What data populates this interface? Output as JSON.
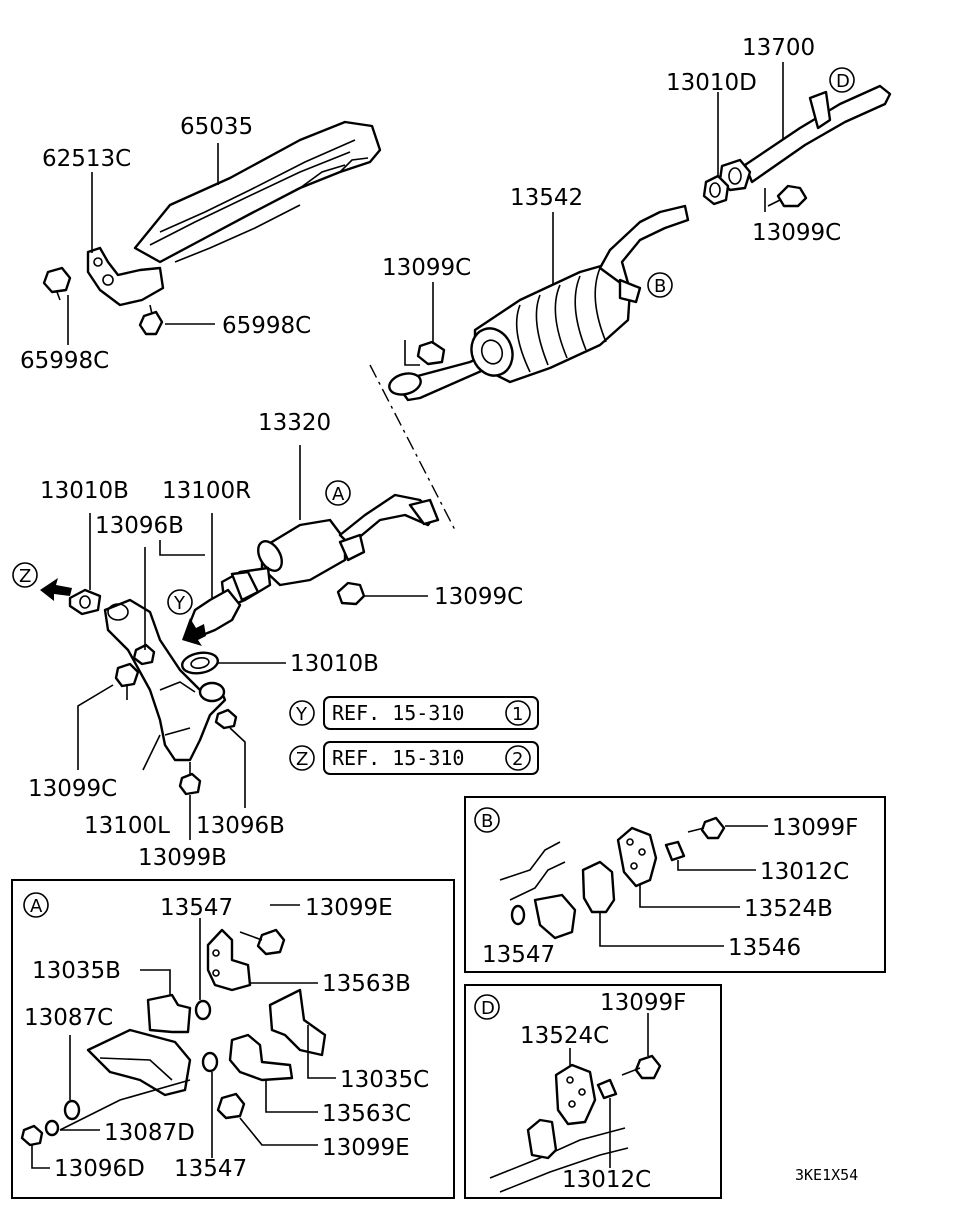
{
  "diagram_code": "3KE1X54",
  "parts": {
    "p13700": "13700",
    "p13010D": "13010D",
    "p65035": "65035",
    "p62513C": "62513C",
    "p13542": "13542",
    "p13099C_top": "13099C",
    "p13099C_right": "13099C",
    "p65998C_right": "65998C",
    "p65998C_left": "65998C",
    "p13320": "13320",
    "p13010B_top": "13010B",
    "p13100R": "13100R",
    "p13096B_top": "13096B",
    "p13099C_mid": "13099C",
    "p13010B_mid": "13010B",
    "p13099C_low": "13099C",
    "p13100L": "13100L",
    "p13096B_low": "13096B",
    "p13099B": "13099B"
  },
  "callouts": {
    "A": "A",
    "B": "B",
    "D": "D",
    "Y": "Y",
    "Z": "Z"
  },
  "references": [
    {
      "marker": "Y",
      "text": "REF. 15-310",
      "num": "1"
    },
    {
      "marker": "Z",
      "text": "REF. 15-310",
      "num": "2"
    }
  ],
  "detail_A": {
    "id": "A",
    "labels": {
      "p13547_top": "13547",
      "p13099E_top": "13099E",
      "p13035B": "13035B",
      "p13563B": "13563B",
      "p13087C": "13087C",
      "p13035C": "13035C",
      "p13563C": "13563C",
      "p13087D": "13087D",
      "p13099E_low": "13099E",
      "p13096D": "13096D",
      "p13547_low": "13547"
    }
  },
  "detail_B": {
    "id": "B",
    "labels": {
      "p13099F": "13099F",
      "p13012C": "13012C",
      "p13524B": "13524B",
      "p13547": "13547",
      "p13546": "13546"
    }
  },
  "detail_D": {
    "id": "D",
    "labels": {
      "p13099F": "13099F",
      "p13524C": "13524C",
      "p13012C": "13012C"
    }
  }
}
